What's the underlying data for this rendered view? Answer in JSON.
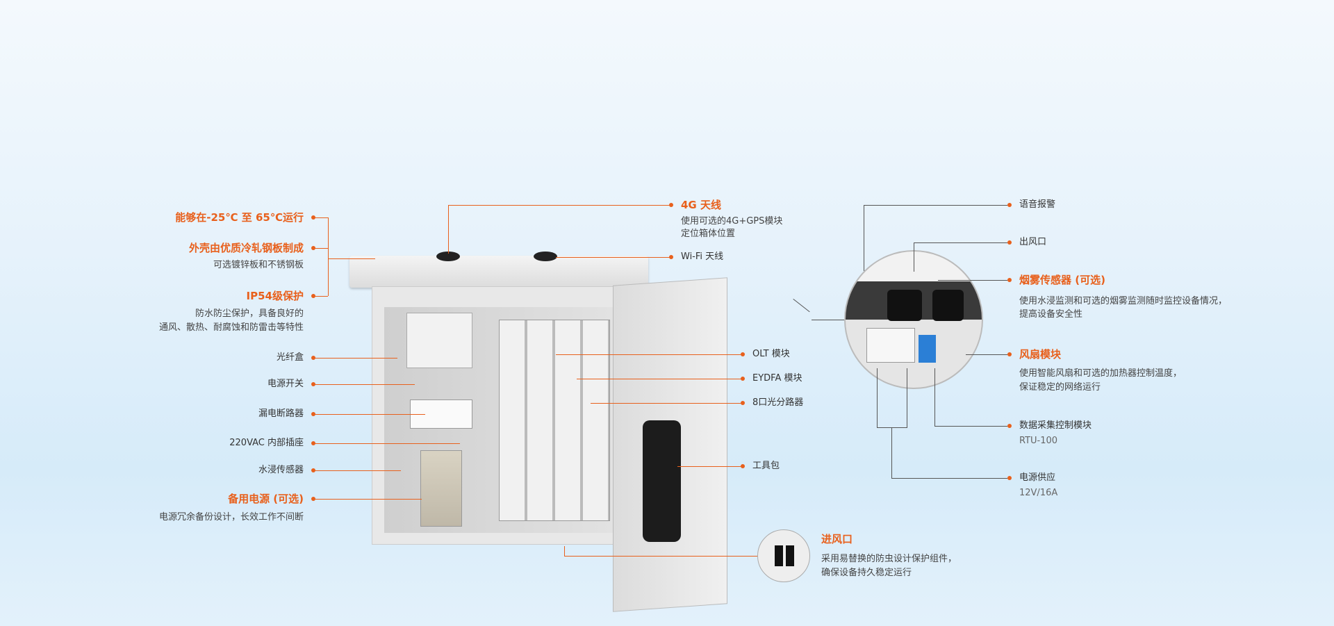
{
  "left": [
    {
      "title": "能够在-25℃ 至 65℃运行",
      "highlight": true
    },
    {
      "title": "外壳由优质冷轧钢板制成",
      "highlight": true,
      "sub": [
        "可选镀锌板和不锈钢板"
      ]
    },
    {
      "title": "IP54级保护",
      "highlight": true,
      "sub": [
        "防水防尘保护，具备良好的",
        "通风、散热、耐腐蚀和防雷击等特性"
      ]
    },
    {
      "title": "光纤盒"
    },
    {
      "title": "电源开关"
    },
    {
      "title": "漏电断路器"
    },
    {
      "title": "220VAC 内部插座"
    },
    {
      "title": "水浸传感器"
    },
    {
      "title": "备用电源 (可选)",
      "highlight": true,
      "sub": [
        "电源冗余备份设计，长效工作不间断"
      ]
    }
  ],
  "middle": {
    "antenna_4g": {
      "title": "4G 天线",
      "sub": [
        "使用可选的4G+GPS模块",
        "定位箱体位置"
      ]
    },
    "wifi": "Wi-Fi 天线",
    "olt": "OLT 模块",
    "eydfa": "EYDFA 模块",
    "splitter": "8口光分路器",
    "toolbag": "工具包",
    "inlet": {
      "title": "进风口",
      "sub": [
        "采用易替换的防虫设计保护组件，",
        "确保设备持久稳定运行"
      ]
    }
  },
  "right": {
    "alarm": "语音报警",
    "outlet": "出风口",
    "smoke": {
      "title": "烟雾传感器 (可选)",
      "sub": [
        "使用水浸监测和可选的烟雾监测随时监控设备情况，",
        "提高设备安全性"
      ]
    },
    "fan": {
      "title": "风扇模块",
      "sub": [
        "使用智能风扇和可选的加热器控制温度，",
        "保证稳定的网络运行"
      ]
    },
    "rtu": {
      "title": "数据采集控制模块",
      "sub": "RTU-100"
    },
    "power": {
      "title": "电源供应",
      "sub": "12V/16A"
    }
  },
  "colors": {
    "accent": "#e8601c"
  }
}
